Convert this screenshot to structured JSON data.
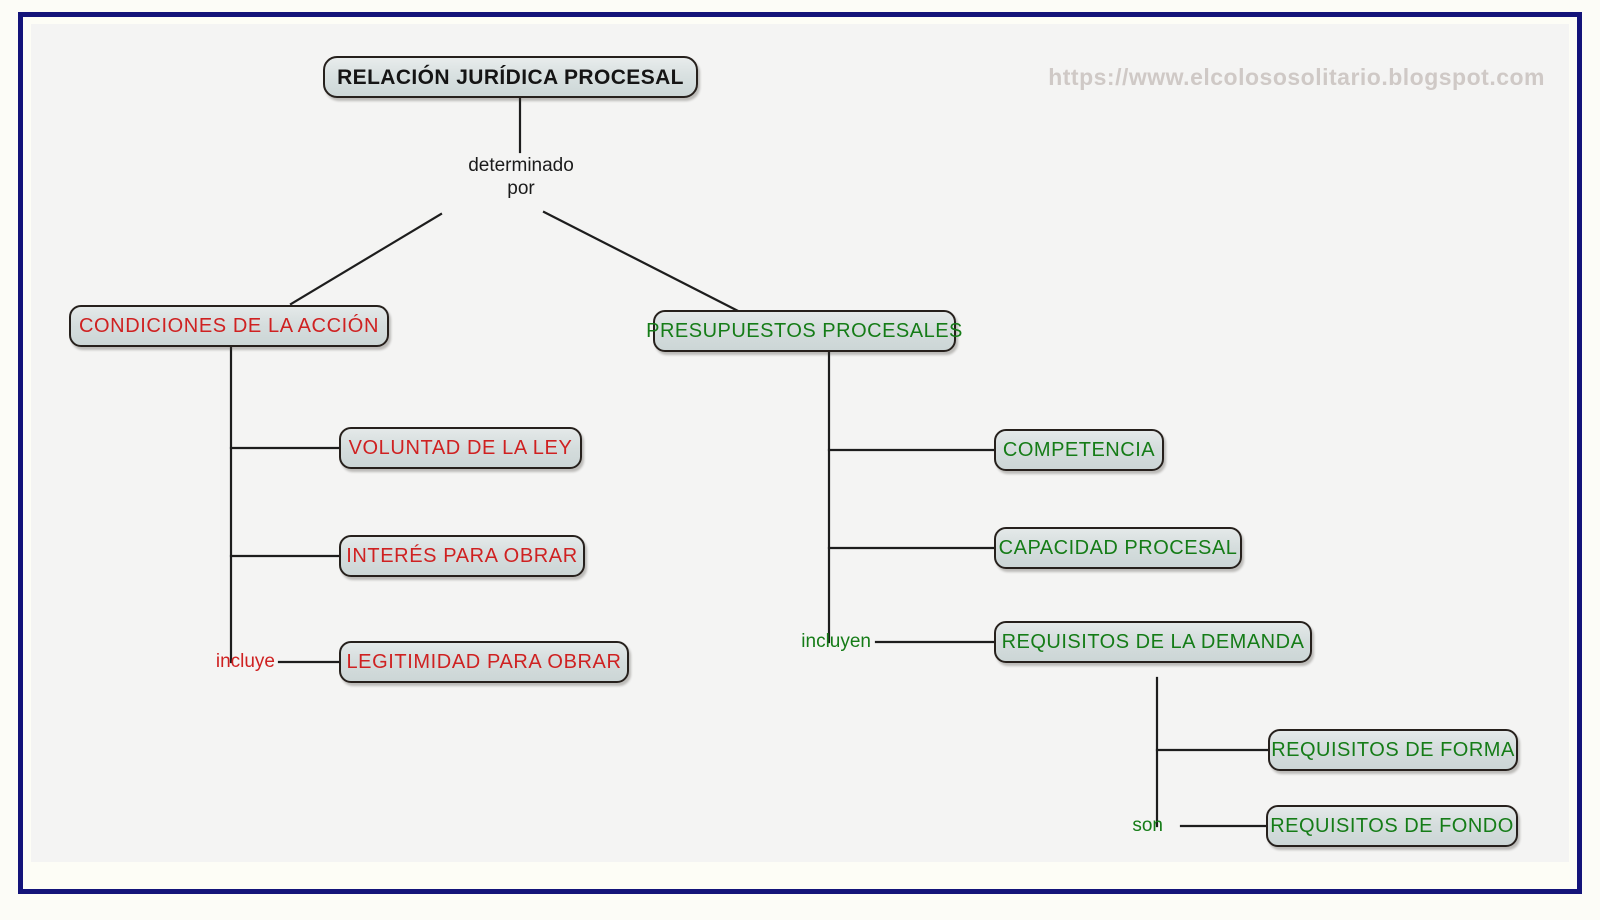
{
  "watermark": "https://www.elcolososolitario.blogspot.com",
  "colors": {
    "frame_border": "#14147a",
    "canvas_background": "#f4f4f3",
    "node_fill": "#d5dddd",
    "node_border": "#26201c",
    "red_text": "#cf2121",
    "green_text": "#157c17",
    "root_text": "#151515",
    "watermark_text": "#cfc9c6",
    "connector": "#1d1d1d"
  },
  "diagram": {
    "title": "RELACIÓN JURÍDICA PROCESAL",
    "root": {
      "label": "RELACIÓN JURÍDICA PROCESAL"
    },
    "connector_labels": {
      "determinado_por": "determinado\npor",
      "incluye": "incluye",
      "incluyen": "incluyen",
      "son": "son"
    },
    "branches": [
      {
        "label": "CONDICIONES DE LA ACCIÓN",
        "relation": "incluye",
        "children": [
          {
            "label": "VOLUNTAD DE LA LEY"
          },
          {
            "label": "INTERÉS PARA OBRAR"
          },
          {
            "label": "LEGITIMIDAD PARA OBRAR"
          }
        ]
      },
      {
        "label": "PRESUPUESTOS PROCESALES",
        "relation": "incluyen",
        "children": [
          {
            "label": "COMPETENCIA"
          },
          {
            "label": "CAPACIDAD PROCESAL"
          },
          {
            "label": "REQUISITOS DE LA DEMANDA",
            "relation": "son",
            "children": [
              {
                "label": "REQUISITOS DE FORMA"
              },
              {
                "label": "REQUISITOS DE FONDO"
              }
            ]
          }
        ]
      }
    ]
  }
}
